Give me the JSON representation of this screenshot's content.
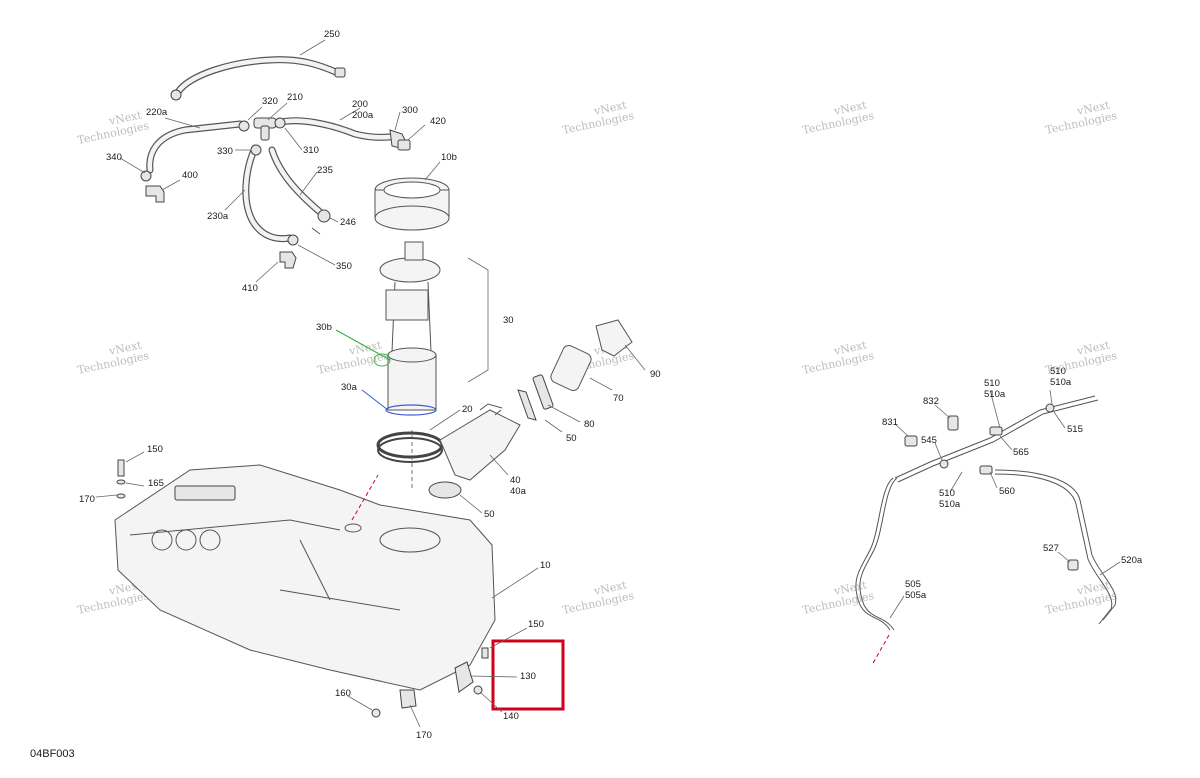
{
  "diagram_code": "04BF003",
  "watermark": {
    "line1": "vNext",
    "line2": "Technologies",
    "line3": "vNext Technologies"
  },
  "callouts": {
    "c250": "250",
    "c220a": "220a",
    "c320": "320",
    "c210": "210",
    "c200": "200",
    "c200a": "200a",
    "c300": "300",
    "c420": "420",
    "c340": "340",
    "c330": "330",
    "c310": "310",
    "c400": "400",
    "c10b": "10b",
    "c235": "235",
    "c230a": "230a",
    "c246": "246",
    "c350": "350",
    "c410": "410",
    "c30": "30",
    "c30b": "30b",
    "c30a": "30a",
    "c90": "90",
    "c70": "70",
    "c80": "80",
    "c50a": "50",
    "c20": "20",
    "c40": "40",
    "c40a": "40a",
    "c50b": "50",
    "c150a": "150",
    "c165": "165",
    "c170a": "170",
    "c10": "10",
    "c150b": "150",
    "c130": "130",
    "c140": "140",
    "c160": "160",
    "c170b": "170",
    "c832": "832",
    "c510": "510",
    "c510a": "510a",
    "c510r": "510",
    "c510ar": "510a",
    "c831": "831",
    "c545": "545",
    "c565": "565",
    "c515": "515",
    "c510b": "510",
    "c510ab": "510a",
    "c560": "560",
    "c527": "527",
    "c520a": "520a",
    "c505": "505",
    "c505a": "505a"
  },
  "highlight_color": "#d0021b",
  "colors": {
    "line": "#555555",
    "leader": "#666666",
    "dashed_red": "#d0021b",
    "green_part": "#3cb44b",
    "blue_part": "#3a5bd9"
  }
}
